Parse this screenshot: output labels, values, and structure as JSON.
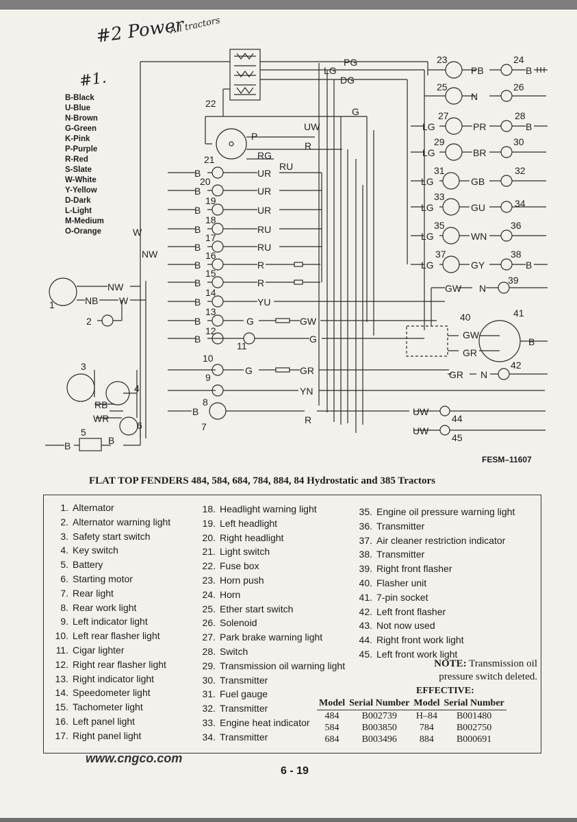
{
  "handwriting": {
    "title": "#2 Power",
    "sub": "All tractors",
    "mark": "#1."
  },
  "legend": [
    "B-Black",
    "U-Blue",
    "N-Brown",
    "G-Green",
    "K-Pink",
    "P-Purple",
    "R-Red",
    "S-Slate",
    "W-White",
    "Y-Yellow",
    "D-Dark",
    "L-Light",
    "M-Medium",
    "O-Orange"
  ],
  "wire_labels": {
    "pg": "PG",
    "lg": "LG",
    "dg": "DG",
    "g": "G",
    "uw": "UW",
    "r": "R",
    "rg": "RG",
    "ru": "RU",
    "p": "P",
    "nw": "NW",
    "nb": "NB",
    "w": "W",
    "rb": "RB",
    "wr": "WR",
    "b": "B",
    "yu": "YU",
    "gw": "GW",
    "gr": "GR",
    "yn": "YN",
    "ur": "UR",
    "pb": "PB",
    "n": "N",
    "pr": "PR",
    "br": "BR",
    "gb": "GB",
    "gu": "GU",
    "wn": "WN",
    "gy": "GY"
  },
  "drawing_code": "FESM–11607",
  "title": "FLAT TOP FENDERS 484, 584, 684, 784, 884, 84 Hydrostatic and 385 Tractors",
  "components": [
    {
      "n": "1.",
      "label": "Alternator"
    },
    {
      "n": "2.",
      "label": "Alternator warning light"
    },
    {
      "n": "3.",
      "label": "Safety start switch"
    },
    {
      "n": "4.",
      "label": "Key switch"
    },
    {
      "n": "5.",
      "label": "Battery"
    },
    {
      "n": "6.",
      "label": "Starting motor"
    },
    {
      "n": "7.",
      "label": "Rear light"
    },
    {
      "n": "8.",
      "label": "Rear work light"
    },
    {
      "n": "9.",
      "label": "Left indicator light"
    },
    {
      "n": "10.",
      "label": "Left rear flasher light"
    },
    {
      "n": "11.",
      "label": "Cigar lighter"
    },
    {
      "n": "12.",
      "label": "Right rear flasher light"
    },
    {
      "n": "13.",
      "label": "Right indicator light"
    },
    {
      "n": "14.",
      "label": "Speedometer light"
    },
    {
      "n": "15.",
      "label": "Tachometer light"
    },
    {
      "n": "16.",
      "label": "Left panel light"
    },
    {
      "n": "17.",
      "label": "Right panel light"
    },
    {
      "n": "18.",
      "label": "Headlight warning light"
    },
    {
      "n": "19.",
      "label": "Left headlight"
    },
    {
      "n": "20.",
      "label": "Right headlight"
    },
    {
      "n": "21.",
      "label": "Light switch"
    },
    {
      "n": "22.",
      "label": "Fuse box"
    },
    {
      "n": "23.",
      "label": "Horn push"
    },
    {
      "n": "24.",
      "label": "Horn"
    },
    {
      "n": "25.",
      "label": "Ether start switch"
    },
    {
      "n": "26.",
      "label": "Solenoid"
    },
    {
      "n": "27.",
      "label": "Park brake warning light"
    },
    {
      "n": "28.",
      "label": "Switch"
    },
    {
      "n": "29.",
      "label": "Transmission oil warning light"
    },
    {
      "n": "30.",
      "label": "Transmitter"
    },
    {
      "n": "31.",
      "label": "Fuel gauge"
    },
    {
      "n": "32.",
      "label": "Transmitter"
    },
    {
      "n": "33.",
      "label": "Engine heat indicator"
    },
    {
      "n": "34.",
      "label": "Transmitter"
    },
    {
      "n": "35.",
      "label": "Engine oil pressure warning light"
    },
    {
      "n": "36.",
      "label": "Transmitter"
    },
    {
      "n": "37.",
      "label": "Air cleaner restriction indicator"
    },
    {
      "n": "38.",
      "label": "Transmitter"
    },
    {
      "n": "39.",
      "label": "Right front flasher"
    },
    {
      "n": "40.",
      "label": "Flasher unit"
    },
    {
      "n": "41.",
      "label": "7-pin socket"
    },
    {
      "n": "42.",
      "label": "Left front flasher"
    },
    {
      "n": "43.",
      "label": "Not now used"
    },
    {
      "n": "44.",
      "label": "Right front work light"
    },
    {
      "n": "45.",
      "label": "Left front work light"
    }
  ],
  "note": {
    "label": "NOTE:",
    "line1": "Transmission oil",
    "line2": "pressure switch  deleted."
  },
  "effective": "EFFECTIVE:",
  "model_table": {
    "headers": [
      "Model",
      "Serial Number",
      "Model",
      "Serial Number"
    ],
    "rows": [
      [
        "484",
        "B002739",
        "H–84",
        "B001480"
      ],
      [
        "584",
        "B003850",
        "784",
        "B002750"
      ],
      [
        "684",
        "B003496",
        "884",
        "B000691"
      ]
    ]
  },
  "url": "www.cngco.com",
  "page_number": "6 - 19"
}
